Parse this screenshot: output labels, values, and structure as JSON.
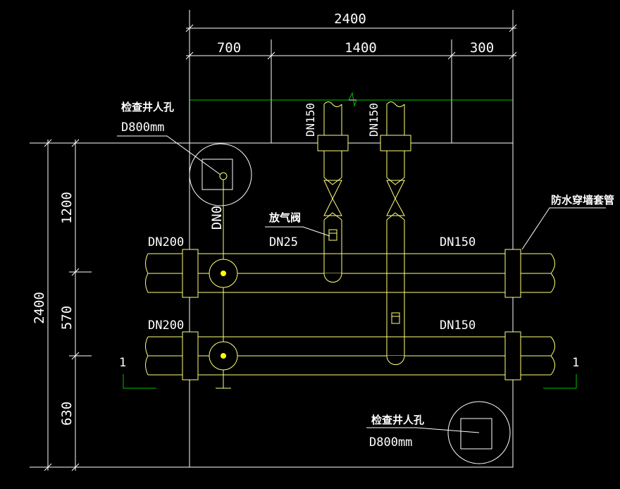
{
  "dimensions": {
    "overall_width": "2400",
    "left_segment": "700",
    "middle_segment": "1400",
    "right_segment": "300",
    "overall_height": "2400",
    "h_top": "1200",
    "h_middle": "570",
    "h_bottom": "630"
  },
  "labels": {
    "manhole_top": "检查井人孔",
    "manhole_top_size": "D800mm",
    "manhole_bottom": "检查井人孔",
    "manhole_bottom_size": "D800mm",
    "dn0": "DN0",
    "air_valve": "放气阀",
    "dn25": "DN25",
    "dn150_riser_left": "DN150",
    "dn150_riser_right": "DN150",
    "sleeve": "防水穿墙套管",
    "dn200_upper": "DN200",
    "dn200_lower": "DN200",
    "dn150_upper": "DN150",
    "dn150_lower": "DN150",
    "section_left": "1",
    "section_right": "1"
  },
  "colors": {
    "background": "#000000",
    "outline": "#ffffff",
    "pipe": "#ffff7a",
    "grade_line": "#00c000",
    "node": "#ffff00"
  }
}
